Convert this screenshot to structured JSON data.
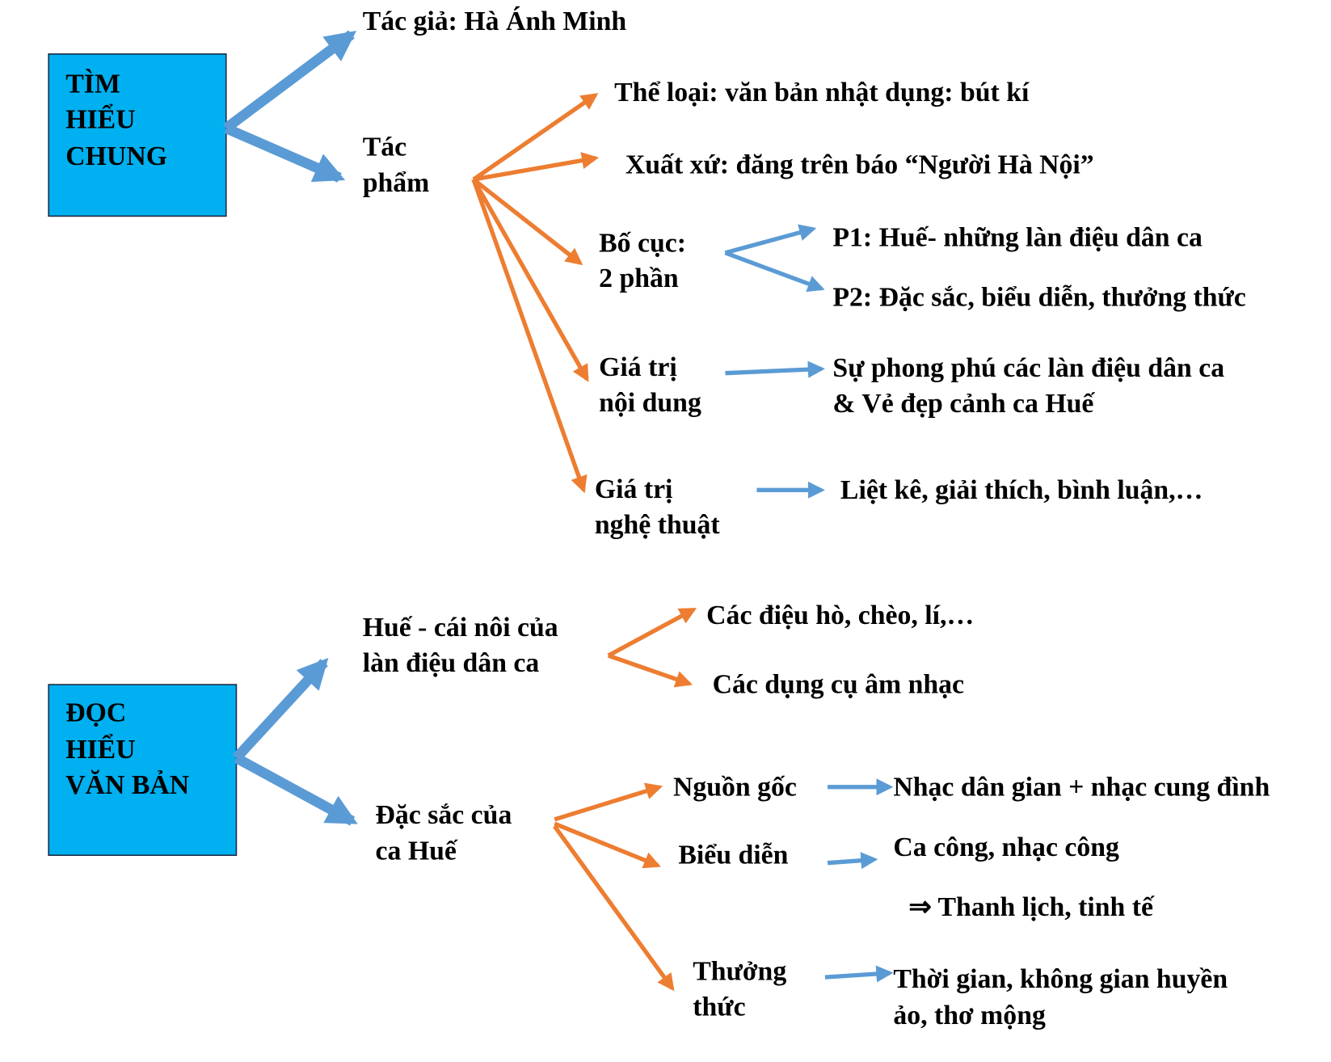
{
  "colors": {
    "box": "#00b0f0",
    "blue_arrow": "#5b9bd5",
    "orange_arrow": "#ed7d31"
  },
  "section1": {
    "title": [
      "TÌM",
      "HIỂU",
      "CHUNG"
    ],
    "author": "Tác giả: Hà Ánh Minh",
    "work": [
      "Tác",
      "phẩm"
    ],
    "genre": "Thể loại: văn bản nhật dụng: bút kí",
    "origin": "Xuất xứ: đăng trên báo “Người Hà Nội”",
    "layout": [
      "Bố cục:",
      "2 phần"
    ],
    "p1": "P1: Huế- những làn điệu dân ca",
    "p2": "P2: Đặc sắc, biểu diễn, thưởng thức",
    "content_value": [
      "Giá trị",
      "nội dung"
    ],
    "content_desc": [
      "Sự phong phú các làn điệu dân ca",
      "& Vẻ đẹp cảnh ca Huế"
    ],
    "art_value": [
      "Giá trị",
      "nghệ thuật"
    ],
    "art_desc": "Liệt kê, giải thích, bình luận,…"
  },
  "section2": {
    "title": [
      "ĐỌC",
      "HIỂU",
      "VĂN BẢN"
    ],
    "cradle": [
      "Huế - cái nôi của",
      "làn điệu dân ca"
    ],
    "songs": "Các điệu hò, chèo, lí,…",
    "instruments": "Các dụng cụ âm nhạc",
    "special": [
      "Đặc sắc của",
      "ca Huế"
    ],
    "source": "Nguồn gốc",
    "source_desc": "Nhạc dân gian + nhạc cung đình",
    "perform": "Biểu diễn",
    "perform_desc": "Ca công, nhạc công",
    "conclusion": "⇒ Thanh lịch, tinh tế",
    "enjoy": [
      "Thưởng",
      "thức"
    ],
    "enjoy_desc": [
      "Thời gian, không gian huyền",
      "ảo, thơ mộng"
    ]
  }
}
